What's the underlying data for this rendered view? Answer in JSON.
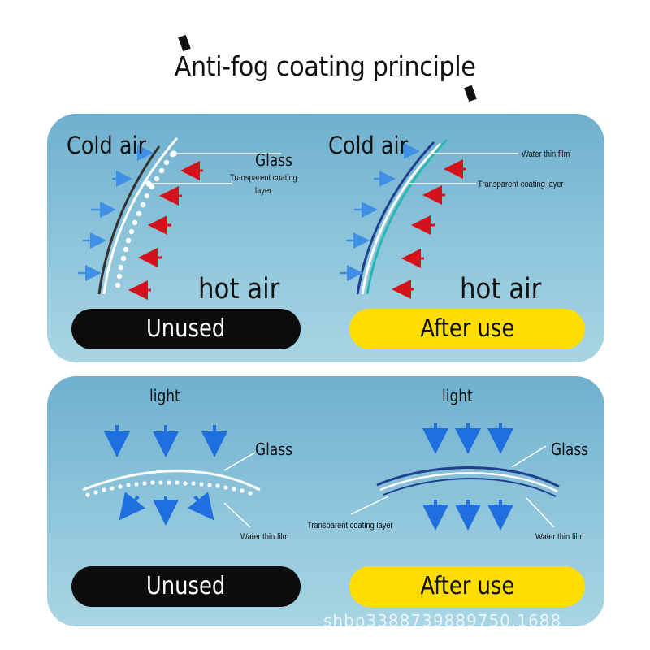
{
  "title": "Anti-fog coating principle",
  "top_panel": {
    "left": {
      "cold_air": "Cold air",
      "hot_air": "hot air",
      "glass_label": "Glass",
      "coating_label_line1": "Transparent coating",
      "coating_label_line2": "layer",
      "button": "Unused"
    },
    "right": {
      "cold_air": "Cold air",
      "hot_air": "hot air",
      "film_label": "Water thin film",
      "coating_label": "Transparent coating layer",
      "button": "After use"
    }
  },
  "bottom_panel": {
    "left": {
      "light": "light",
      "glass_label": "Glass",
      "film_label": "Water thin film",
      "button": "Unused"
    },
    "right": {
      "light": "light",
      "glass_label": "Glass",
      "coating_label": "Transparent coating layer",
      "film_label": "Water thin film",
      "button": "After use"
    }
  },
  "colors": {
    "cold_arrow": "#3f8fe6",
    "hot_arrow": "#d4121b",
    "light_arrow": "#1f6fde",
    "glass_dark": "#1f3f8f",
    "coating_teal": "#27b8b0",
    "panel_blue": "#8cc4da",
    "button_dark": "#0c0c0c",
    "button_yellow": "#ffdd00"
  },
  "watermark": "shbp3388739889750.1688"
}
